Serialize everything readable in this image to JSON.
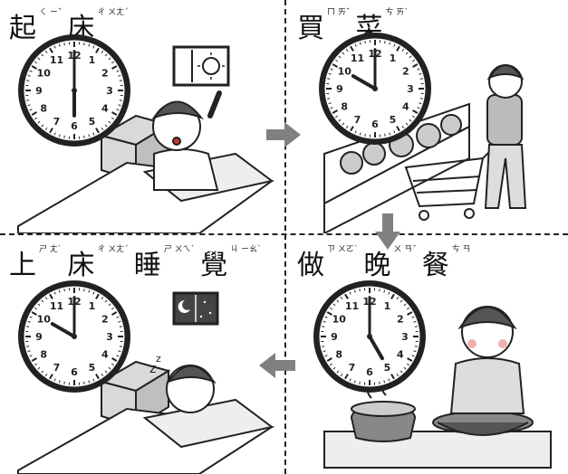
{
  "panels": [
    {
      "title_chars": [
        {
          "ch": "起",
          "zy": "ㄑ ㄧˇ"
        },
        {
          "ch": "床",
          "zy": "ㄔ ㄨㄤˊ"
        }
      ],
      "clock": {
        "hour": 6,
        "minute": 0
      }
    },
    {
      "title_chars": [
        {
          "ch": "買",
          "zy": "ㄇ ㄞˇ"
        },
        {
          "ch": "菜",
          "zy": "ㄘ ㄞˋ"
        }
      ],
      "clock": {
        "hour": 10,
        "minute": 0
      }
    },
    {
      "title_chars": [
        {
          "ch": "上",
          "zy": "ㄕ ㄤˋ"
        },
        {
          "ch": "床",
          "zy": "ㄔ ㄨㄤˊ"
        },
        {
          "ch": "睡",
          "zy": "ㄕ ㄨㄟˋ"
        },
        {
          "ch": "覺",
          "zy": "ㄐ ㄧㄠˋ"
        }
      ],
      "clock": {
        "hour": 10,
        "minute": 0
      }
    },
    {
      "title_chars": [
        {
          "ch": "做",
          "zy": "ㄗ ㄨㄛˋ"
        },
        {
          "ch": "晚",
          "zy": "ㄨ ㄢˇ"
        },
        {
          "ch": "餐",
          "zy": "ㄘ ㄢ"
        }
      ],
      "clock": {
        "hour": 5,
        "minute": 0
      }
    }
  ],
  "clock_numbers": [
    "12",
    "1",
    "2",
    "3",
    "4",
    "5",
    "6",
    "7",
    "8",
    "9",
    "10",
    "11"
  ],
  "arrow_icons": [
    "arrow-right-icon",
    "arrow-down-icon",
    "arrow-left-icon"
  ],
  "colors": {
    "line": "#222222",
    "arrow": "#808080",
    "skin": "#ffffff",
    "shade": "#d9d9d9"
  }
}
